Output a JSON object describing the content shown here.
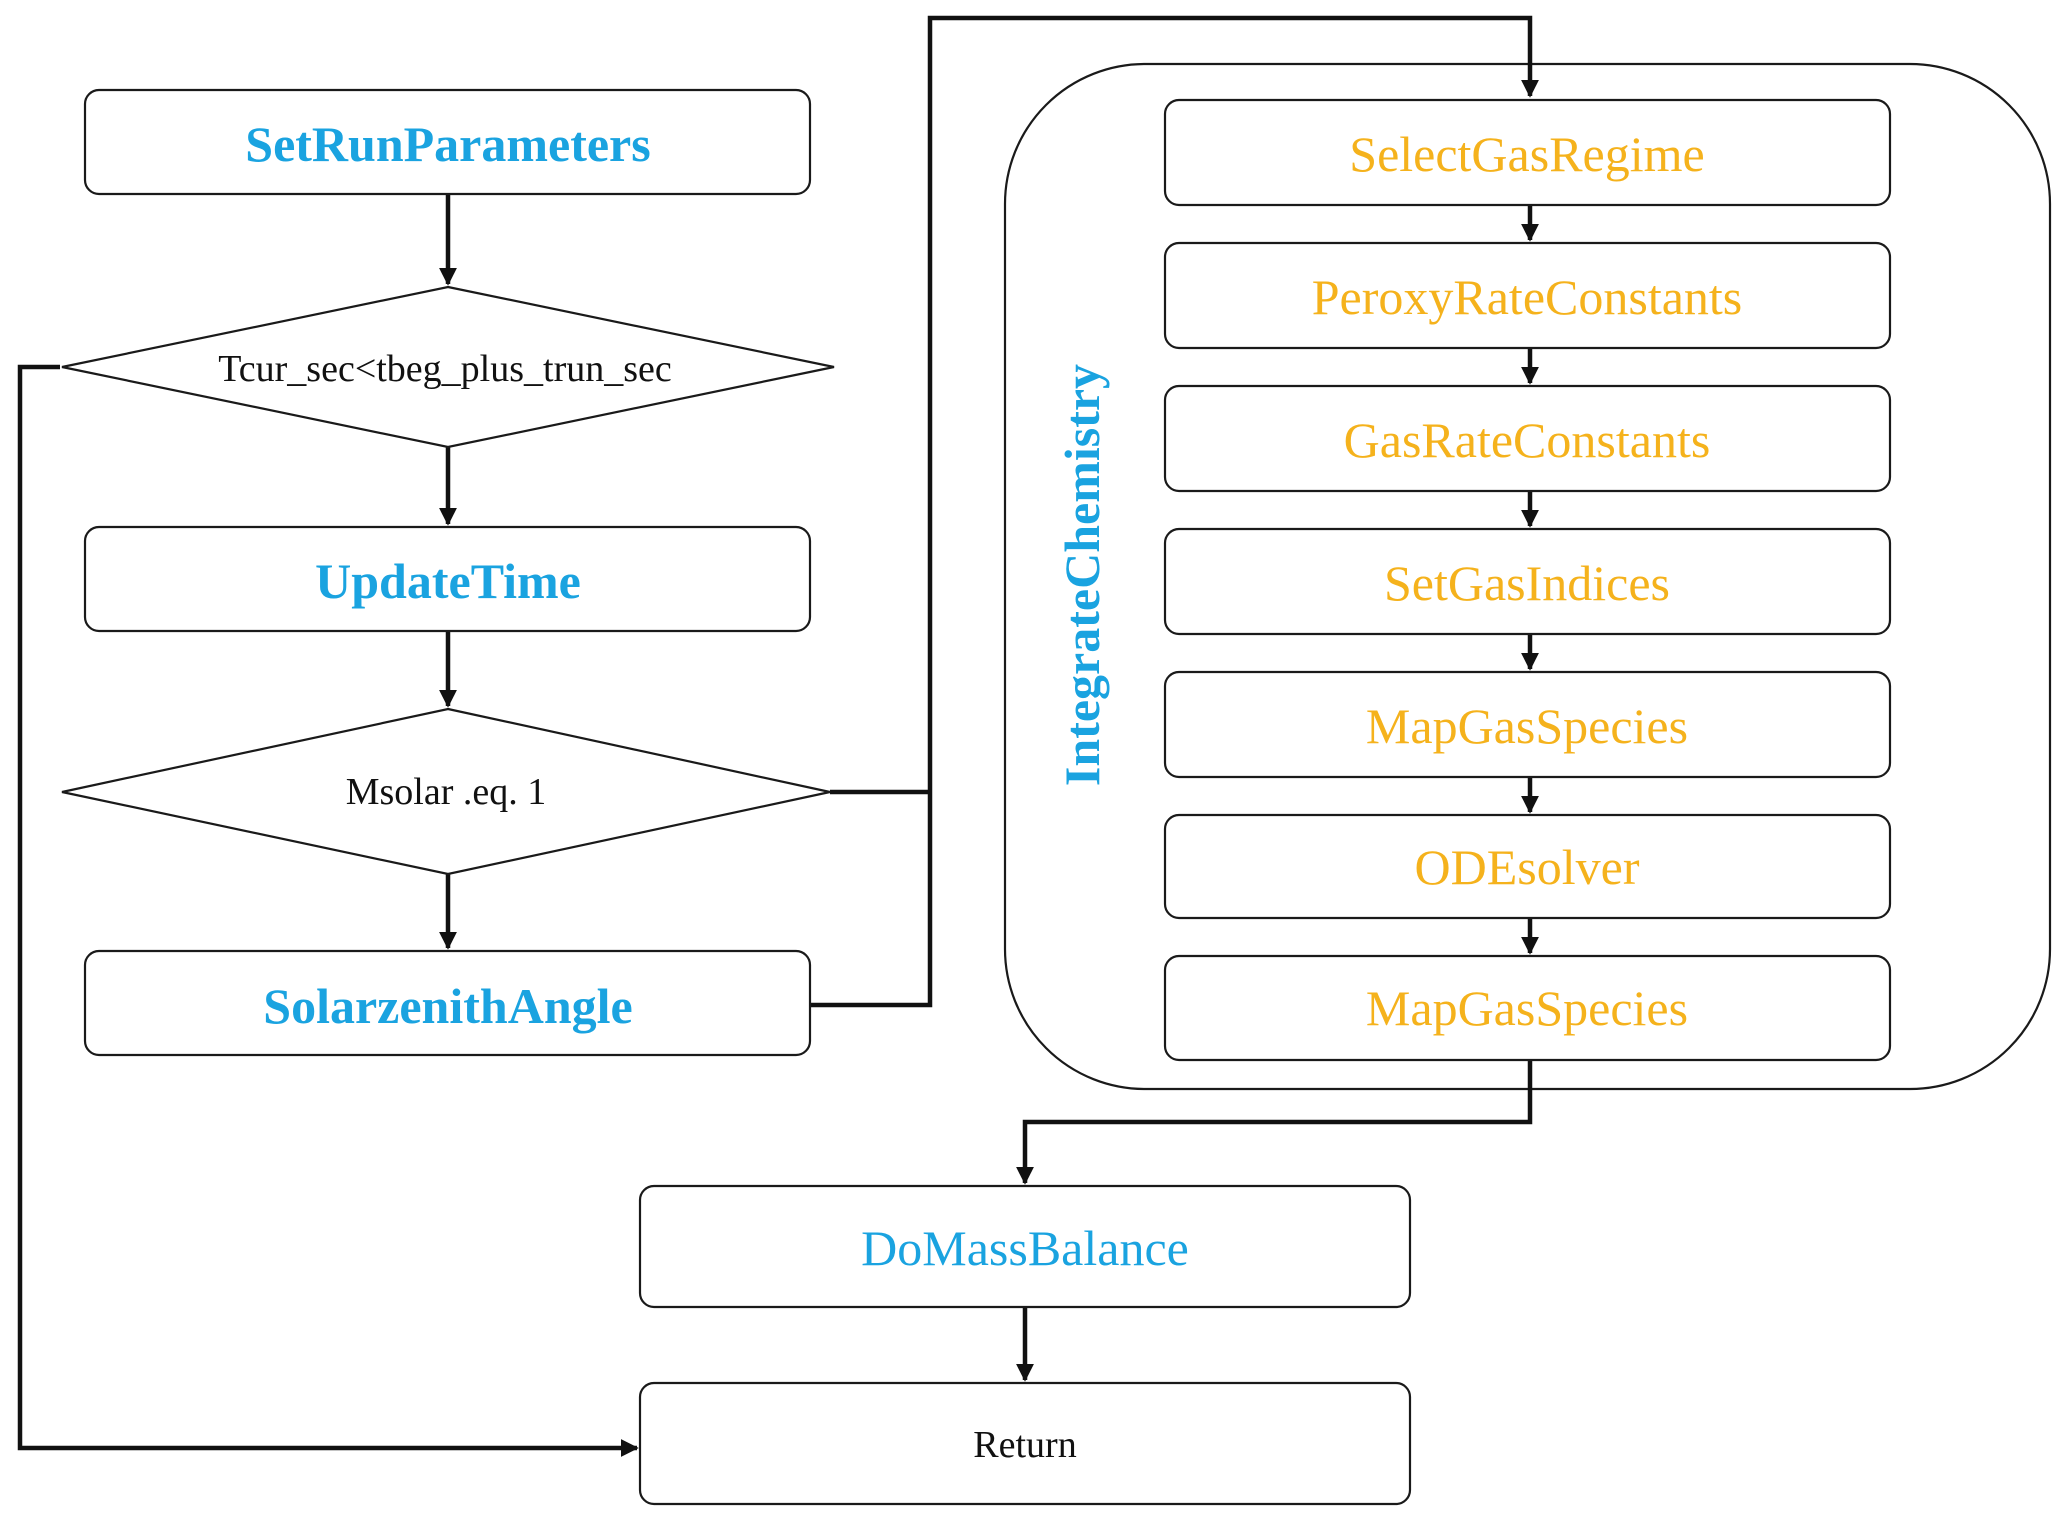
{
  "main_flow": {
    "set_run_parameters": "SetRunParameters",
    "loop_condition": "Tcur_sec<tbeg_plus_trun_sec",
    "update_time": "UpdateTime",
    "solar_condition": "Msolar .eq. 1",
    "solar_zenith_angle": "SolarzenithAngle",
    "do_mass_balance": "DoMassBalance",
    "return": "Return"
  },
  "integrate_chemistry": {
    "title": "IntegrateChemistry",
    "steps": [
      "SelectGasRegime",
      "PeroxyRateConstants",
      "GasRateConstants",
      "SetGasIndices",
      "MapGasSpecies",
      "ODEsolver",
      "MapGasSpecies"
    ]
  },
  "colors": {
    "main_label_blue": "#1aa3e0",
    "chemistry_step_orange": "#f5b21c",
    "line_black": "#111111"
  }
}
